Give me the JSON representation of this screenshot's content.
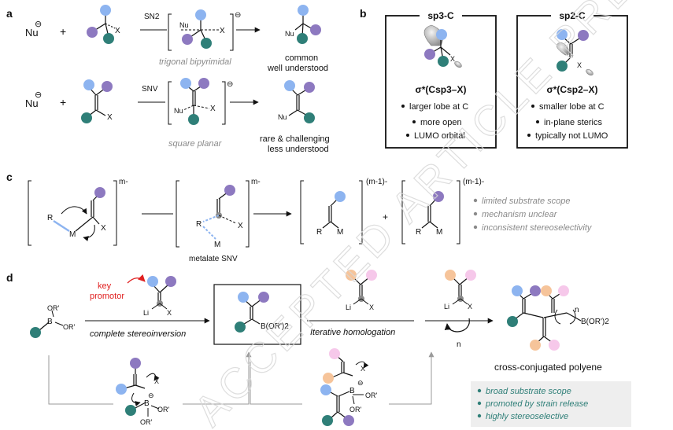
{
  "panel_labels": {
    "a": "a",
    "b": "b",
    "c": "c",
    "d": "d"
  },
  "panel_a": {
    "nu": "Nu",
    "charge": "⊖",
    "plus": "+",
    "x": "X",
    "sn2": "SN2",
    "snv": "SNV",
    "nu_ts": "Nu",
    "x_ts": "X",
    "ts_charge": "⊖",
    "ts1_caption": "trigonal bipyrimidal",
    "ts2_caption": "square planar",
    "product_nu": "Nu",
    "outcome1_line1": "common",
    "outcome1_line2": "well understood",
    "outcome2_line1": "rare & challenging",
    "outcome2_line2": "less understood"
  },
  "panel_b": {
    "sp3_title": "sp3-C",
    "sp2_title": "sp2-C",
    "x": "X",
    "sp3_sigma": "σ*(Csp3–X)",
    "sp2_sigma": "σ*(Csp2–X)",
    "sp3_points": [
      "larger lobe at C",
      "more open",
      "LUMO orbital"
    ],
    "sp2_points": [
      "smaller lobe at C",
      "in-plane sterics",
      "typically not LUMO"
    ]
  },
  "panel_c": {
    "charge1": "m-",
    "charge2": "m-",
    "charge3": "(m-1)-",
    "charge4": "(m-1)-",
    "r": "R",
    "m": "M",
    "x": "X",
    "plus": "+",
    "caption": "metalate SNV",
    "issues": [
      "limited substrate scope",
      "mechanism unclear",
      "inconsistent stereoselectivity"
    ]
  },
  "panel_d": {
    "or1": "OR'",
    "or2": "OR'",
    "b": "B",
    "key_promotor_line1": "key",
    "key_promotor_line2": "promotor",
    "li": "Li",
    "x": "X",
    "arrow1_label": "complete stereoinversion",
    "boronate": "B(OR')2",
    "arrow2_label": "Iterative homologation",
    "n": "n",
    "product_boronate": "B(OR')2",
    "product_n": "n",
    "product_caption": "cross-conjugated polyene",
    "ate_or1": "OR'",
    "ate_or2": "OR'",
    "ate_charge": "⊖",
    "benefits": [
      "broad substrate scope",
      "promoted by strain release",
      "highly stereoselective"
    ]
  },
  "watermark": "ACCEPTED ARTICLE PREVIEW",
  "colors": {
    "blue": "#8db4f0",
    "purple": "#8d79c0",
    "teal": "#2f7f78",
    "orange": "#f6c49a",
    "pink": "#f6c8ea",
    "red": "#e02020",
    "gray_node": "#8a8a8a"
  }
}
